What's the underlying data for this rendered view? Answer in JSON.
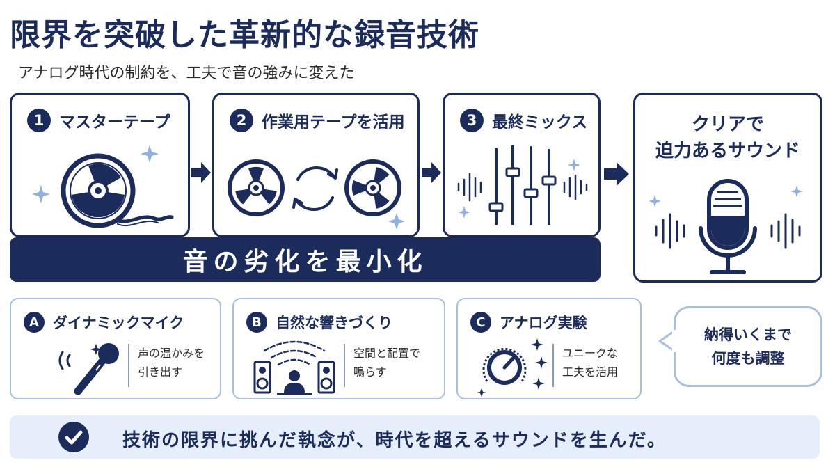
{
  "header": {
    "title": "限界を突破した革新的な録音技術",
    "subtitle": "アナログ時代の制約を、工夫で音の強みに変えた"
  },
  "steps": [
    {
      "num": "1",
      "label": "マスターテープ",
      "icon": "tape-reel-icon"
    },
    {
      "num": "2",
      "label": "作業用テープを活用",
      "icon": "tape-swap-icon"
    },
    {
      "num": "3",
      "label": "最終ミックス",
      "icon": "mixer-faders-icon"
    }
  ],
  "band": {
    "text": "音の劣化を最小化"
  },
  "result": {
    "line1": "クリア",
    "line1_suffix": "で",
    "line2": "迫力あるサウンド",
    "icon": "microphone-icon"
  },
  "techniques": [
    {
      "letter": "A",
      "label": "ダイナミックマイク",
      "desc1": "声の温かみを",
      "desc2": "引き出す",
      "icon": "handheld-mic-icon"
    },
    {
      "letter": "B",
      "label": "自然な響きづくり",
      "desc1": "空間と配置で",
      "desc2": "鳴らす",
      "icon": "speakers-room-icon"
    },
    {
      "letter": "C",
      "label": "アナログ実験",
      "desc1": "ユニークな",
      "desc2": "工夫を活用",
      "icon": "knob-icon"
    }
  ],
  "bubble": {
    "line1": "納得いくまで",
    "line2": "何度も調整"
  },
  "footer": {
    "text": "技術の限界に挑んだ執念が、時代を超えるサウンドを生んだ。",
    "icon": "check-icon"
  },
  "colors": {
    "navy": "#1a2b5c",
    "light_blue": "#a9bfe0",
    "footer_bg": "#e6eefb",
    "sparkle": "#8fb0e0"
  }
}
